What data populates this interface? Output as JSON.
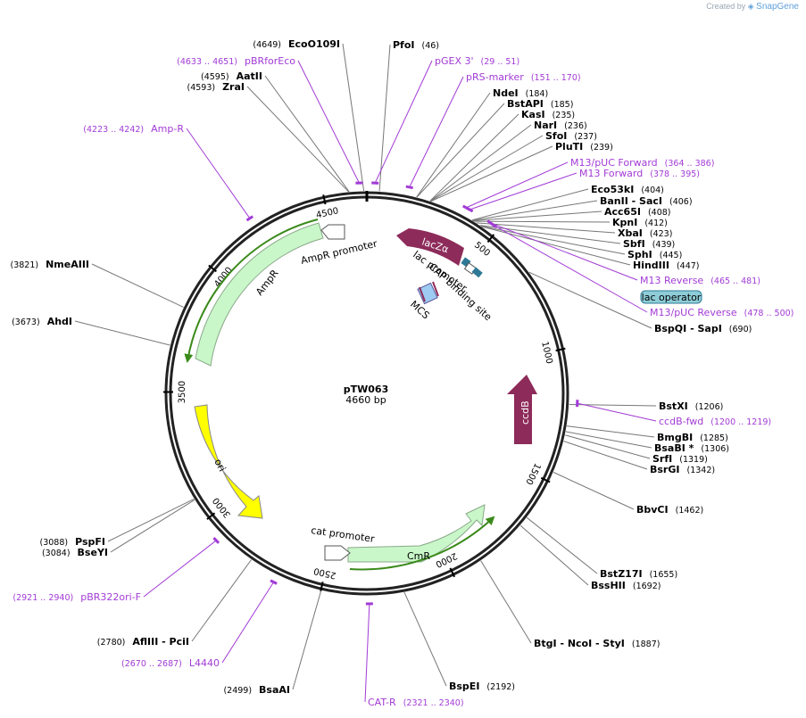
{
  "credit": {
    "prefix": "Created by",
    "brand": "SnapGene"
  },
  "plasmid": {
    "name": "pTW063",
    "length_label": "4660 bp",
    "length": 4660
  },
  "ticks": [
    "500",
    "1000",
    "1500",
    "2000",
    "2500",
    "3000",
    "3500",
    "4000",
    "4500"
  ],
  "enzymes": [
    {
      "name": "PfoI",
      "pos": "(46)"
    },
    {
      "name": "NdeI",
      "pos": "(184)"
    },
    {
      "name": "BstAPI",
      "pos": "(185)"
    },
    {
      "name": "KasI",
      "pos": "(235)"
    },
    {
      "name": "NarI",
      "pos": "(236)"
    },
    {
      "name": "SfoI",
      "pos": "(237)"
    },
    {
      "name": "PluTI",
      "pos": "(239)"
    },
    {
      "name": "Eco53kI",
      "pos": "(404)"
    },
    {
      "name": "BanII  -  SacI",
      "pos": "(406)"
    },
    {
      "name": "Acc65I",
      "pos": "(408)"
    },
    {
      "name": "KpnI",
      "pos": "(412)"
    },
    {
      "name": "XbaI",
      "pos": "(423)"
    },
    {
      "name": "SbfI",
      "pos": "(439)"
    },
    {
      "name": "SphI",
      "pos": "(445)"
    },
    {
      "name": "HindIII",
      "pos": "(447)"
    },
    {
      "name": "BspQI  -  SapI",
      "pos": "(690)"
    },
    {
      "name": "BstXI",
      "pos": "(1206)"
    },
    {
      "name": "BmgBI",
      "pos": "(1285)"
    },
    {
      "name": "BsaBI *",
      "pos": "(1306)"
    },
    {
      "name": "SrfI",
      "pos": "(1319)"
    },
    {
      "name": "BsrGI",
      "pos": "(1342)"
    },
    {
      "name": "BbvCI",
      "pos": "(1462)"
    },
    {
      "name": "BstZ17I",
      "pos": "(1655)"
    },
    {
      "name": "BssHII",
      "pos": "(1692)"
    },
    {
      "name": "BtgI  -  NcoI  -  StyI",
      "pos": "(1887)"
    },
    {
      "name": "BspEI",
      "pos": "(2192)"
    },
    {
      "name": "BsaAI",
      "pos": "(2499)"
    },
    {
      "name": "AflIII  -  PciI",
      "pos": "(2780)"
    },
    {
      "name": "BseYI",
      "pos": "(3084)"
    },
    {
      "name": "PspFI",
      "pos": "(3088)"
    },
    {
      "name": "AhdI",
      "pos": "(3673)"
    },
    {
      "name": "NmeAIII",
      "pos": "(3821)"
    },
    {
      "name": "ZraI",
      "pos": "(4593)"
    },
    {
      "name": "AatII",
      "pos": "(4595)"
    },
    {
      "name": "EcoO109I",
      "pos": "(4649)"
    }
  ],
  "primers": [
    {
      "name": "pGEX 3'",
      "range": "(29 .. 51)"
    },
    {
      "name": "pRS-marker",
      "range": "(151 .. 170)"
    },
    {
      "name": "M13/pUC Forward",
      "range": "(364 .. 386)"
    },
    {
      "name": "M13 Forward",
      "range": "(378 .. 395)"
    },
    {
      "name": "M13 Reverse",
      "range": "(465 .. 481)"
    },
    {
      "name": "M13/pUC Reverse",
      "range": "(478 .. 500)"
    },
    {
      "name": "ccdB-fwd",
      "range": "(1200 .. 1219)"
    },
    {
      "name": "CAT-R",
      "range": "(2321 .. 2340)"
    },
    {
      "name": "L4440",
      "range": "(2670 .. 2687)"
    },
    {
      "name": "pBR322ori-F",
      "range": "(2921 .. 2940)"
    },
    {
      "name": "Amp-R",
      "range": "(4223 .. 4242)"
    },
    {
      "name": "pBRforEco",
      "range": "(4633 .. 4651)"
    }
  ],
  "features": {
    "lacZa": "lacZα",
    "lac_promoter": "lac promoter",
    "cap_site": "CAP binding site",
    "mcs": "MCS",
    "lac_operator": "lac operator",
    "ccdB": "ccdB",
    "cmr": "CmR",
    "cat_promoter": "cat promoter",
    "ori": "ori",
    "ampr": "AmpR",
    "ampr_promoter": "AmpR promoter"
  },
  "colors": {
    "primer": "#a23bd6",
    "marker": "#c9f7c9",
    "ori": "#ffff00",
    "lacZ": "#8d2b5a",
    "ccdB": "#8d2b5a",
    "operator": "#8ecdd8",
    "brand": "#5fa0d8"
  }
}
